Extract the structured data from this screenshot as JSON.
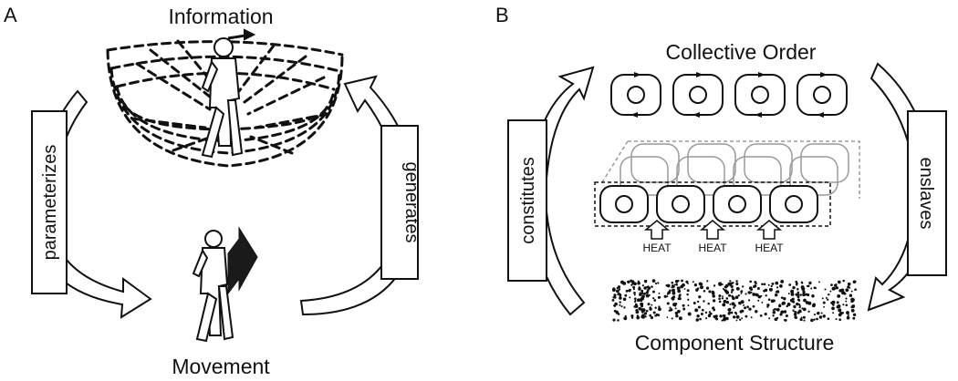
{
  "panels": [
    {
      "letter": "A",
      "top_label": "Information",
      "bottom_label": "Movement",
      "left_arrow_label": "parameterizes",
      "right_arrow_label": "generates"
    },
    {
      "letter": "B",
      "top_label": "Collective Order",
      "bottom_label": "Component Structure",
      "left_arrow_label": "constitutes",
      "right_arrow_label": "enslaves",
      "heat_labels": [
        "HEAT",
        "HEAT",
        "HEAT"
      ]
    }
  ],
  "colors": {
    "line": "#111111",
    "faded": "#9a9a9a",
    "fill": "#ffffff",
    "figure_dark": "#1a1a1a"
  }
}
